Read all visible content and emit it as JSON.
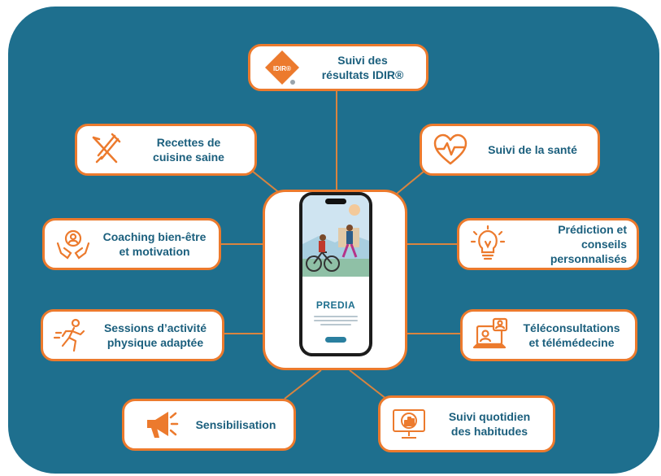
{
  "diagram": {
    "center": {
      "brand": "PREDIA"
    },
    "features": [
      {
        "id": "suivi-idir",
        "label": "Suivi des\nrésultats IDIR®",
        "icon": "idir-logo-icon",
        "badge": "IDIR®"
      },
      {
        "id": "recettes",
        "label": "Recettes de\ncuisine saine",
        "icon": "fork-knife-icon"
      },
      {
        "id": "suivi-sante",
        "label": "Suivi de la santé",
        "icon": "heart-pulse-icon"
      },
      {
        "id": "coaching",
        "label": "Coaching bien-être\net motivation",
        "icon": "helping-hands-icon"
      },
      {
        "id": "prediction",
        "label": "Prédiction et conseils\npersonnalisés",
        "icon": "lightbulb-icon"
      },
      {
        "id": "sessions",
        "label": "Sessions d’activité\nphysique adaptée",
        "icon": "running-person-icon"
      },
      {
        "id": "teleconsult",
        "label": "Téléconsultations\net télémédecine",
        "icon": "video-call-laptop-icon"
      },
      {
        "id": "sensibilisation",
        "label": "Sensibilisation",
        "icon": "megaphone-icon"
      },
      {
        "id": "suivi-quotidien",
        "label": "Suivi quotidien\ndes habitudes",
        "icon": "monitor-chart-icon"
      }
    ]
  },
  "colors": {
    "background": "#1e6f8e",
    "accent": "#ec7a2d",
    "text": "#1b5f7d",
    "connector": "#d9843f"
  }
}
